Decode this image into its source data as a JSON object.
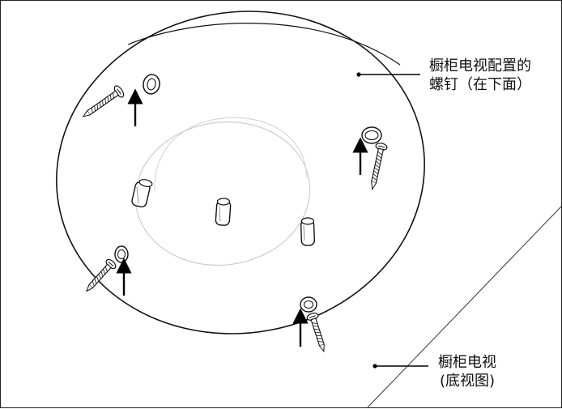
{
  "labels": {
    "screws": {
      "line1": "橱柜电视配置的",
      "line2": "螺钉（在下面）"
    },
    "cabinet_tv": {
      "line1": "橱柜电视",
      "line2": "(底视图)"
    }
  }
}
